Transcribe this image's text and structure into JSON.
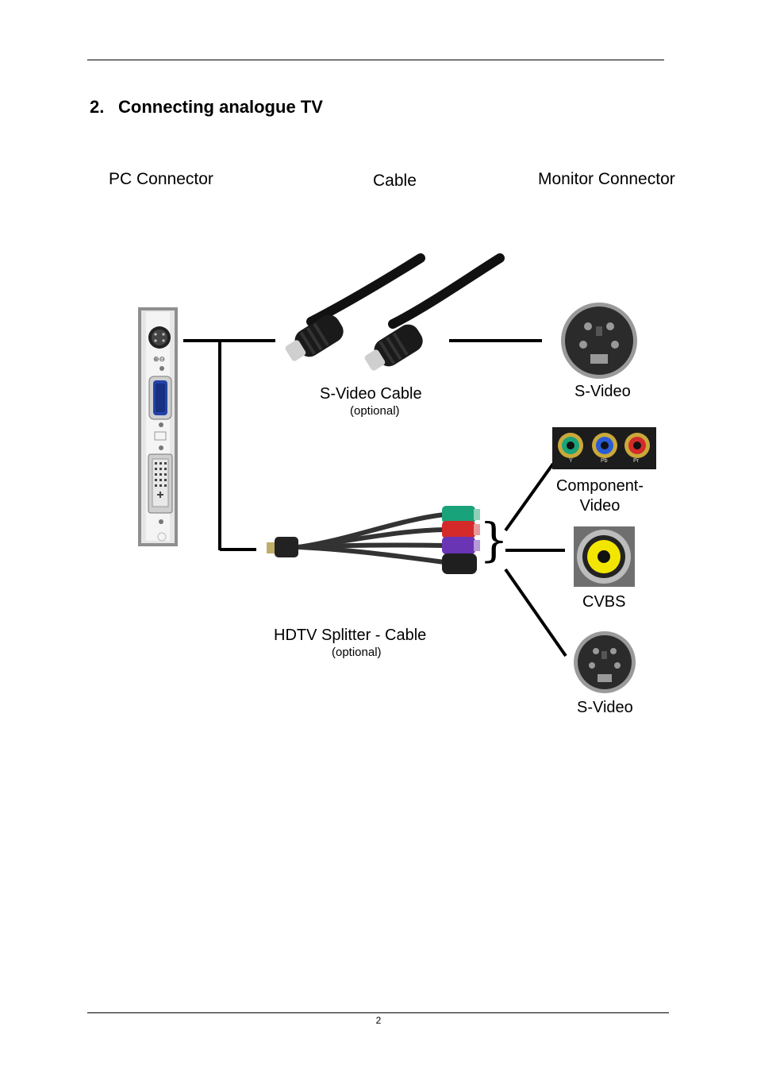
{
  "section": {
    "number": "2.",
    "title": "Connecting analogue TV"
  },
  "columns": {
    "pc": "PC Connector",
    "cable": "Cable",
    "monitor": "Monitor Connector"
  },
  "cables": {
    "svideo": {
      "label": "S-Video Cable",
      "note": "(optional)"
    },
    "hdtv": {
      "label": "HDTV Splitter - Cable",
      "note": "(optional)"
    }
  },
  "monitor_connectors": {
    "svideo_top": "S-Video",
    "component_line1": "Component-",
    "component_line2": "Video",
    "component_jacks": [
      "Y",
      "Pb",
      "Pr"
    ],
    "cvbs": "CVBS",
    "svideo_bottom": "S-Video"
  },
  "page_number": "2",
  "colors": {
    "component_y": "#1aa37a",
    "component_pb": "#2a5bd7",
    "component_pr": "#d42a2a",
    "cvbs": "#f2e600"
  }
}
